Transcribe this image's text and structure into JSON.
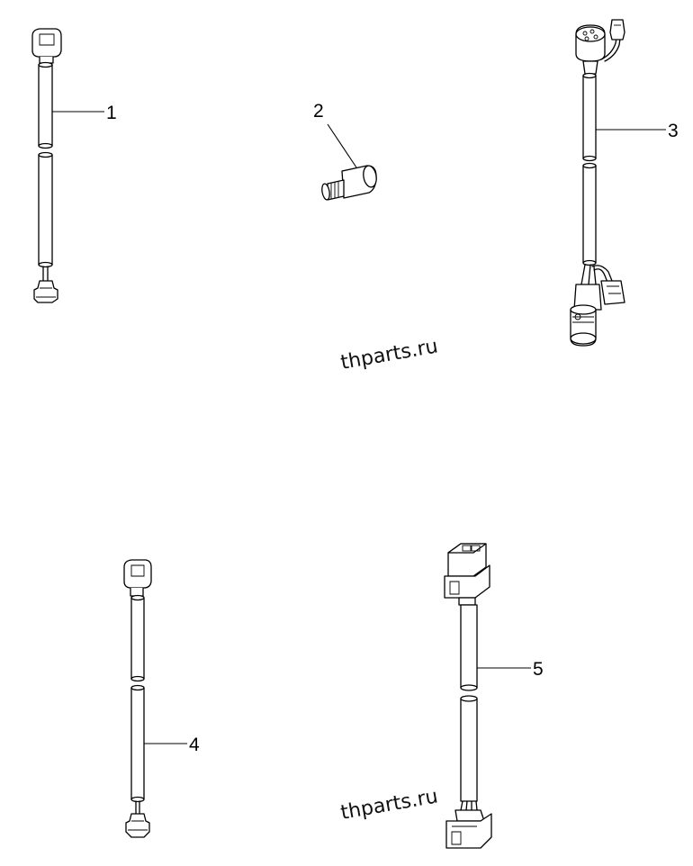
{
  "callouts": [
    "1",
    "2",
    "3",
    "4",
    "5"
  ],
  "watermark": "thparts.ru"
}
